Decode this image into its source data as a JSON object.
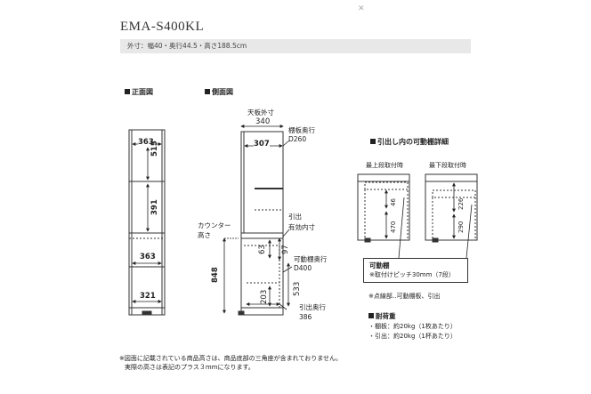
{
  "product": {
    "title": "EMA-S400KL",
    "spec": "外寸：幅40・奥行44.5・高さ188.5cm"
  },
  "front_view": {
    "heading": "正面図",
    "width_top": "363",
    "height_upper": "515",
    "height_mid": "391",
    "width_drawer": "363",
    "width_bottom": "321"
  },
  "side_view": {
    "heading": "側面図",
    "top_label": "天板外寸",
    "top_width": "340",
    "inner_width": "307",
    "shelf_depth_label": "棚板奥行",
    "shelf_depth": "D260",
    "drawer_inner_label_1": "引出",
    "drawer_inner_label_2": "有効内寸",
    "counter_label_1": "カウンター",
    "counter_label_2": "高さ",
    "counter_height": "848",
    "drawer_h1": "63",
    "drawer_h2": "97",
    "movable_shelf_label": "可動棚奥行",
    "movable_shelf_depth": "D400",
    "lower_height": "533",
    "drawer_small": "203",
    "drawer_depth_label": "引出奥行",
    "drawer_depth": "386"
  },
  "detail": {
    "heading": "引出し内の可動棚詳細",
    "top_pos_label": "最上段取付時",
    "bottom_pos_label": "最下段取付時",
    "top_a": "46",
    "top_b": "470",
    "bottom_a": "226",
    "bottom_b": "290",
    "box_title": "可動棚",
    "box_sub": "※取付けピッチ30mm（7段）",
    "dotted_note": "※点線部‥可動棚板、引出"
  },
  "load": {
    "heading": "耐荷重",
    "shelf": "・棚板：約20kg（1枚あたり）",
    "drawer": "・引出：約20kg（1杯あたり）"
  },
  "footnote": {
    "line1": "※図面に記載されている商品高さは、商品底部の三角座が含まれておりません。",
    "line2": "実際の高さは表記のプラス３mmになります。"
  }
}
